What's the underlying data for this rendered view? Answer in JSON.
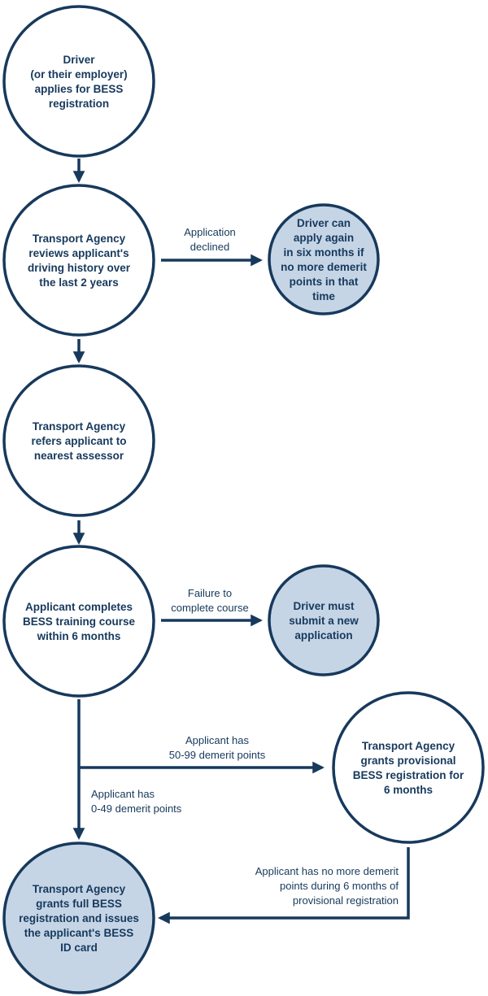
{
  "colors": {
    "stroke": "#17395c",
    "text": "#17395c",
    "fill_white": "#ffffff",
    "fill_blue": "#c5d5e6"
  },
  "nodes": {
    "apply": {
      "lines": [
        "Driver",
        "(or their employer)",
        "applies for BESS",
        "registration"
      ]
    },
    "review": {
      "lines": [
        "Transport Agency",
        "reviews applicant's",
        "driving history over",
        "the last 2 years"
      ]
    },
    "reapply": {
      "lines": [
        "Driver can",
        "apply again",
        "in six months if",
        "no more demerit",
        "points in that",
        "time"
      ]
    },
    "refer": {
      "lines": [
        "Transport Agency",
        "refers applicant to",
        "nearest assessor"
      ]
    },
    "course": {
      "lines": [
        "Applicant completes",
        "BESS training course",
        "within 6 months"
      ]
    },
    "new_application": {
      "lines": [
        "Driver must",
        "submit a new",
        "application"
      ]
    },
    "provisional": {
      "lines": [
        "Transport Agency",
        "grants provisional",
        "BESS registration for",
        "6 months"
      ]
    },
    "full": {
      "lines": [
        "Transport Agency",
        "grants full BESS",
        "registration and issues",
        "the applicant's BESS",
        "ID card"
      ]
    }
  },
  "edges": {
    "declined": {
      "lines": [
        "Application",
        "declined"
      ]
    },
    "failure": {
      "lines": [
        "Failure to",
        "complete course"
      ]
    },
    "points_50_99": {
      "lines": [
        "Applicant has",
        "50-99 demerit points"
      ]
    },
    "points_0_49": {
      "lines": [
        "Applicant has",
        "0-49 demerit points"
      ]
    },
    "no_more_points": {
      "lines": [
        "Applicant has no more demerit",
        "points during 6 months of",
        "provisional registration"
      ]
    }
  }
}
